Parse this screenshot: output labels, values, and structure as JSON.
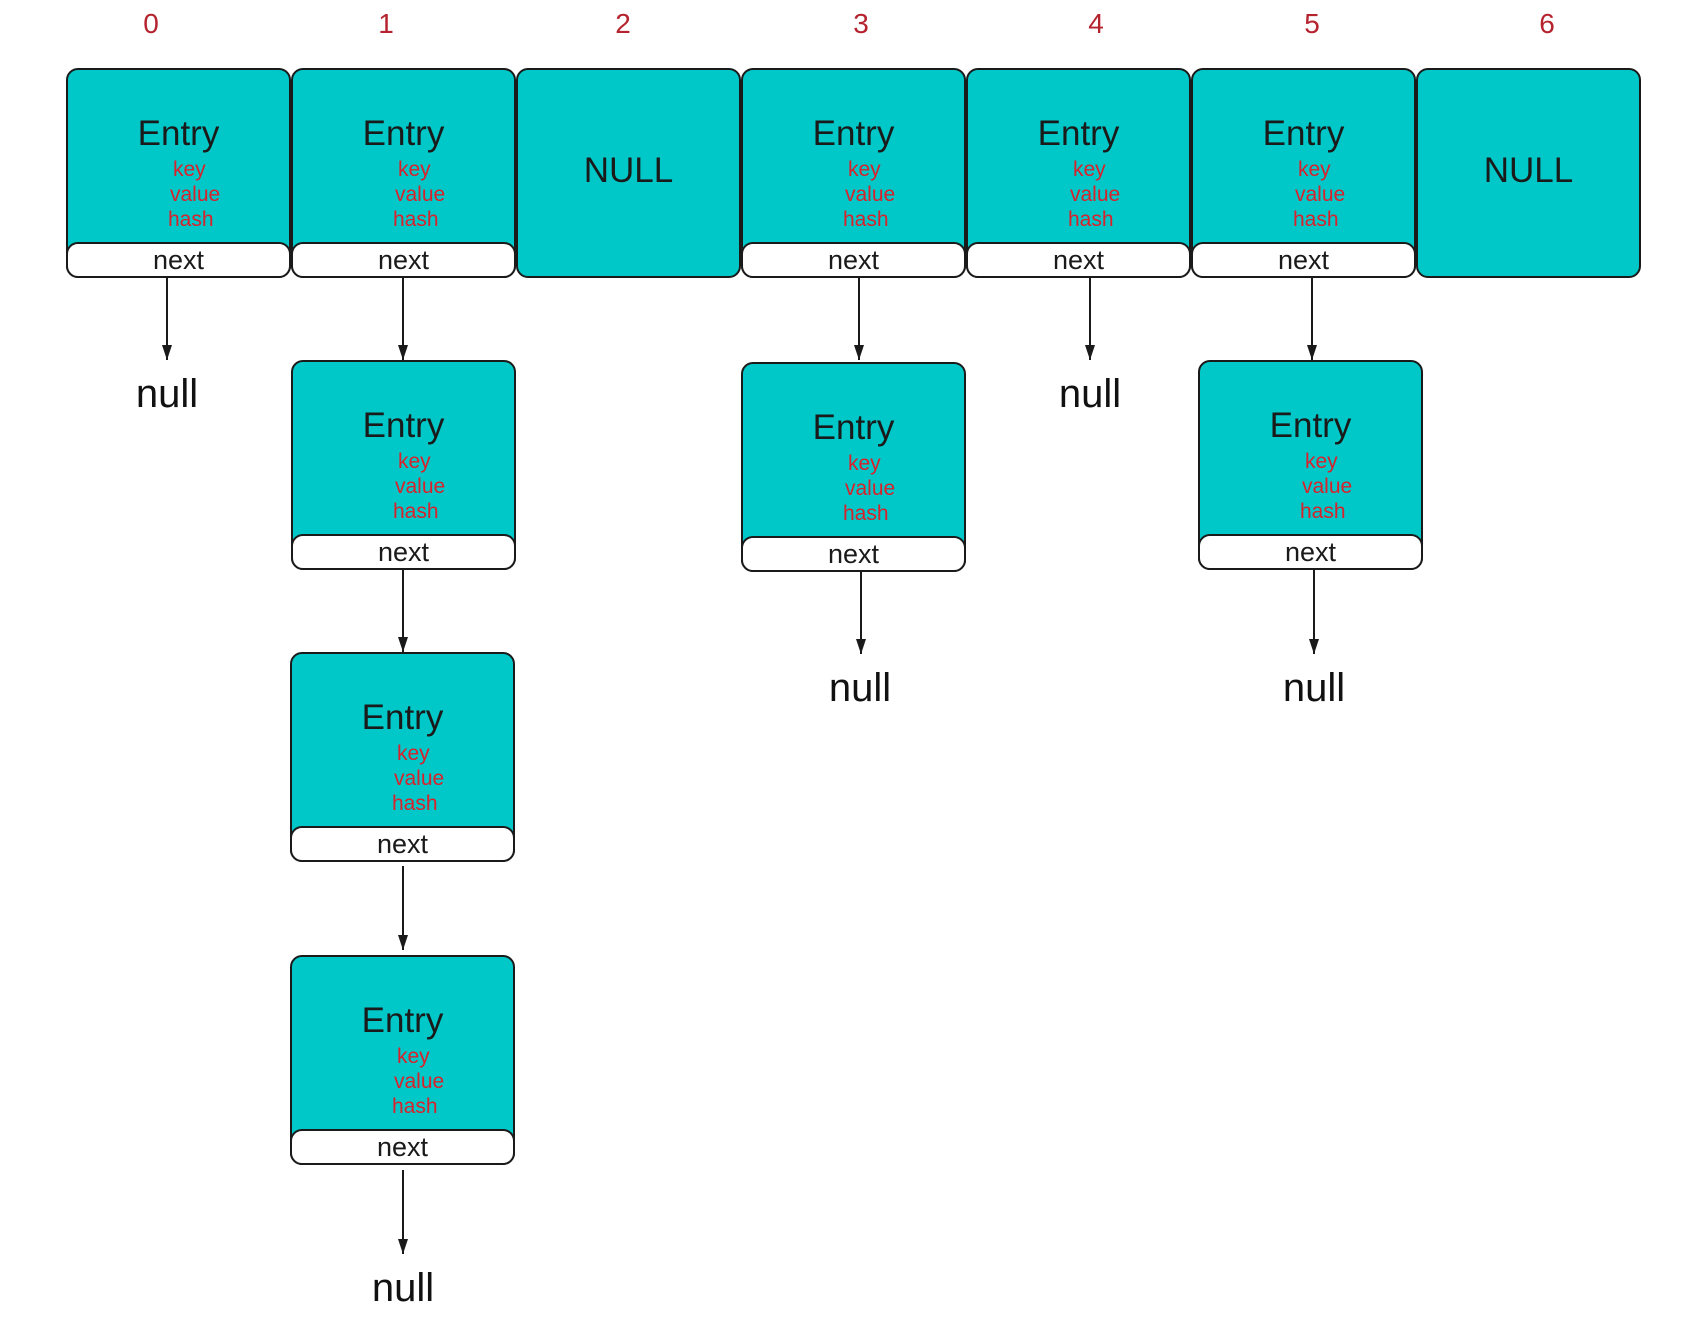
{
  "diagram": {
    "colors": {
      "node_fill": "#00c8c8",
      "index_text": "#b5232f",
      "field_text": "#d8222c",
      "stroke": "#1a1a1a"
    },
    "bucket_indices": [
      "0",
      "1",
      "2",
      "3",
      "4",
      "5",
      "6"
    ],
    "entry_label": "Entry",
    "fields": {
      "key": "key",
      "value": "value",
      "hash": "hash"
    },
    "next_label": "next",
    "empty_bucket_label": "NULL",
    "terminator_label": "null",
    "buckets": [
      {
        "index": "0",
        "chain_length": 1
      },
      {
        "index": "1",
        "chain_length": 4
      },
      {
        "index": "2",
        "chain_length": 0
      },
      {
        "index": "3",
        "chain_length": 2
      },
      {
        "index": "4",
        "chain_length": 1
      },
      {
        "index": "5",
        "chain_length": 2
      },
      {
        "index": "6",
        "chain_length": 0
      }
    ]
  }
}
